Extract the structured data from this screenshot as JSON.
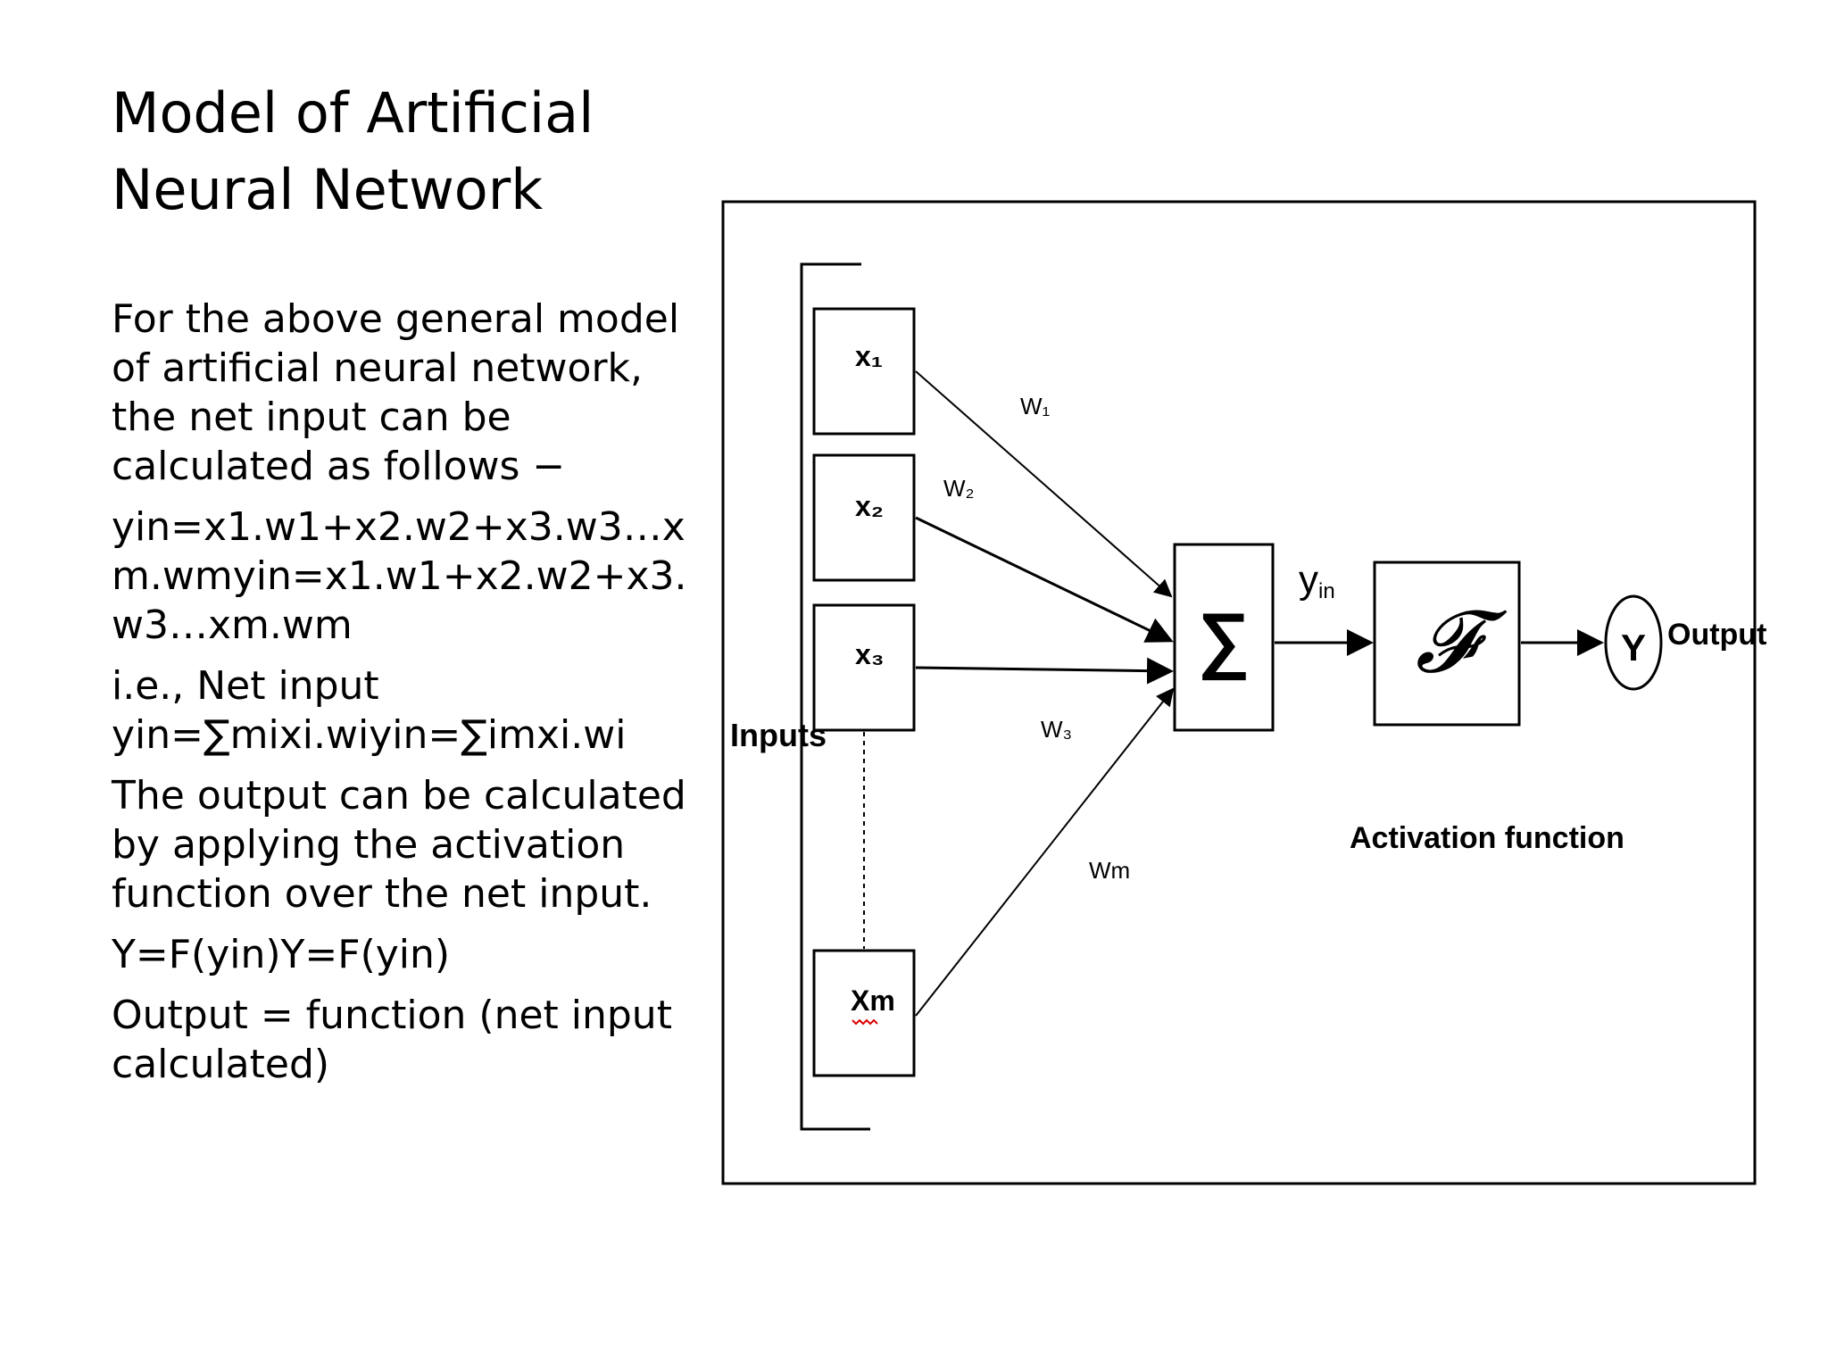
{
  "slide": {
    "title_line1": "Model of Artificial",
    "title_line2": "Neural Network",
    "paragraphs": [
      "For the above general model of artificial neural network, the net input can be calculated as follows −",
      "yin=x1.w1+x2.w2+x3.w3…xm.wmyin=x1.w1+x2.w2+x3.w3…xm.wm",
      "i.e., Net input yin=∑mixi.wiyin=∑imxi.wi",
      "The output can be calculated by applying the activation function over the net input.",
      "Y=F(yin)Y=F(yin)",
      "Output = function (net input calculated)"
    ]
  },
  "diagram": {
    "inputs_label": "Inputs",
    "input_x1": "x₁",
    "input_x2": "x₂",
    "input_x3": "x₃",
    "input_xm": "Xm",
    "weight_w1": "W₁",
    "weight_w2": "W₂",
    "weight_w3": "W₃",
    "weight_wm": "Wm",
    "sum_symbol": "∑",
    "net_input_label": "y",
    "net_input_subscript": "in",
    "activation_symbol": "𝓕",
    "activation_label": "Activation function",
    "output_node": "Y",
    "output_label": "Output"
  }
}
